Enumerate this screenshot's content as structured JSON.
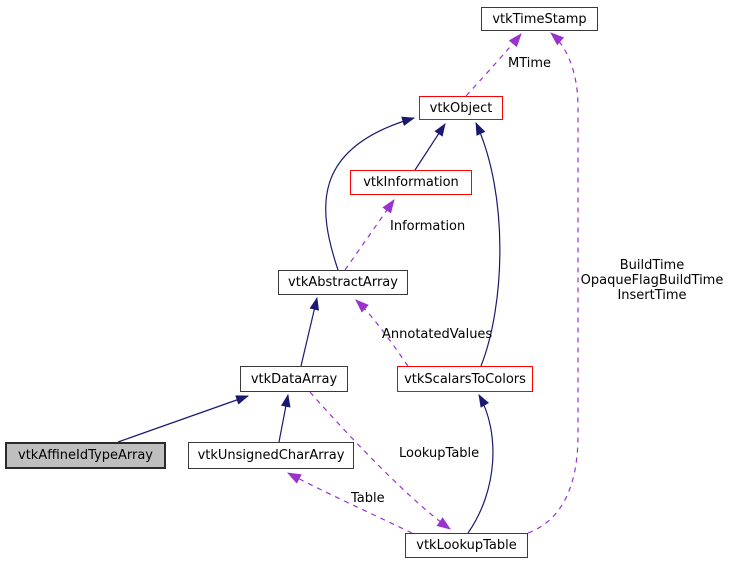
{
  "diagram": {
    "type": "class-collaboration-diagram",
    "nodes": [
      {
        "label": "vtkTimeStamp",
        "kind": "plain"
      },
      {
        "label": "vtkObject",
        "kind": "linked"
      },
      {
        "label": "vtkInformation",
        "kind": "linked"
      },
      {
        "label": "vtkAbstractArray",
        "kind": "plain"
      },
      {
        "label": "vtkScalarsToColors",
        "kind": "linked"
      },
      {
        "label": "vtkDataArray",
        "kind": "plain"
      },
      {
        "label": "vtkAffineIdTypeArray",
        "kind": "current"
      },
      {
        "label": "vtkUnsignedCharArray",
        "kind": "plain"
      },
      {
        "label": "vtkLookupTable",
        "kind": "plain"
      }
    ],
    "edge_labels": {
      "mtime": "MTime",
      "information": "Information",
      "annotated_values": "AnnotatedValues",
      "lookup_table": "LookupTable",
      "table": "Table",
      "timestamp_members": [
        "BuildTime",
        "OpaqueFlagBuildTime",
        "InsertTime"
      ]
    },
    "colors": {
      "inheritance": "#191970",
      "usage": "#9a32cd",
      "linked_border": "#ff0000",
      "plain_border": "#3a3a3a",
      "current_fill": "#bfbfbf",
      "text": "#000000",
      "bg": "#ffffff"
    }
  }
}
